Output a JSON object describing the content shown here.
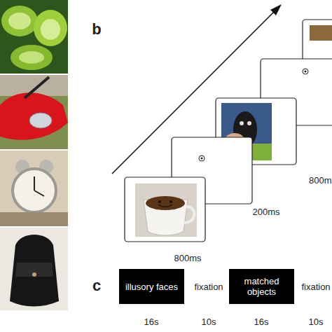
{
  "diagram": {
    "nodes": [
      {
        "text": [
          "illusory faces"
        ]
      },
      {
        "text": [
          "matched objects"
        ]
      }
    ],
    "edges": [],
    "labels": [
      "b",
      "800ms",
      "200ms",
      "800m",
      "c",
      "fixation",
      "fixation",
      "16s",
      "10s",
      "16s",
      "10s"
    ]
  }
}
